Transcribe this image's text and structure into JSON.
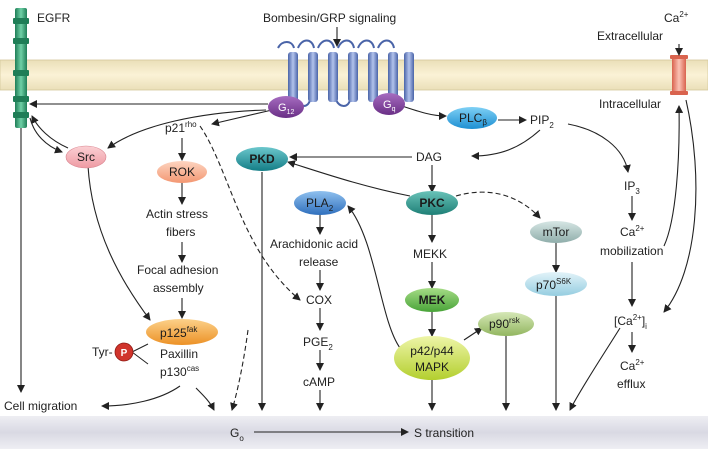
{
  "labels": {
    "egfr": "EGFR",
    "bombesin": "Bombesin/GRP signaling",
    "ca_ext_base": "Ca",
    "ca_ext_sup": "2+",
    "extracellular": "Extracellular",
    "intracellular": "Intracellular",
    "p21_base": "p21",
    "p21_sup": "rho",
    "pip2_base": "PIP",
    "pip2_sub": "2",
    "dag": "DAG",
    "ip3_base": "IP",
    "ip3_sub": "3",
    "ca_mob_base": "Ca",
    "ca_mob_sup": "2+",
    "mobilization": "mobilization",
    "actin1": "Actin stress",
    "actin2": "fibers",
    "focal1": "Focal adhesion",
    "focal2": "assembly",
    "arach1": "Arachidonic acid",
    "arach2": "release",
    "cox": "COX",
    "pge2_base": "PGE",
    "pge2_sub": "2",
    "camp": "cAMP",
    "mekk": "MEKK",
    "cai_open": "[Ca",
    "cai_sup": "2+",
    "cai_close": "]",
    "cai_sub": "i",
    "efflux_base": "Ca",
    "efflux_sup": "2+",
    "efflux": "efflux",
    "paxillin": "Paxillin",
    "p130_base": "p130",
    "p130_sup": "cas",
    "tyr": "Tyr-",
    "p_mark": "P",
    "cell_migration": "Cell migration",
    "g0_base": "G",
    "g0_sub": "o",
    "s_transition": "S transition"
  },
  "nodes": {
    "src": "Src",
    "g12_base": "G",
    "g12_sub": "12",
    "gq_base": "G",
    "gq_sub": "q",
    "plc_base": "PLC",
    "plc_sub": "β",
    "pkd": "PKD",
    "rok": "ROK",
    "pla2_base": "PLA",
    "pla2_sub": "2",
    "pkc": "PKC",
    "mtor": "mTor",
    "mek": "MEK",
    "p90_base": "p90",
    "p90_sup": "rsk",
    "p70_base": "p70",
    "p70_sup": "S6K",
    "p125_base": "p125",
    "p125_sup": "fak",
    "mapk1": "p42/p44",
    "mapk2": "MAPK"
  },
  "colors": {
    "membrane_fill": "#f7ebc4",
    "egfr_green": "#2e9a6e",
    "gpcr_blue": "#6b86c6",
    "ca_channel": "#e8836d",
    "g_protein_purple": "#7b3f95",
    "plc_blue": "#2a9bd8",
    "pkd_teal": "#1f8a94",
    "rok_salmon": "#f5a482",
    "pla2_blue": "#3a7ec8",
    "pkc_teal": "#2a8f88",
    "mtor_gray": "#9cb7b4",
    "mek_green": "#5fb64a",
    "p90_green": "#a8c77a",
    "p70_lightblue": "#a7d6e6",
    "p125_orange": "#f0a33a",
    "mapk_yellowgreen": "#c5d94a",
    "phospho_red": "#d0342c",
    "bottom_bar": "#dcdce6"
  }
}
